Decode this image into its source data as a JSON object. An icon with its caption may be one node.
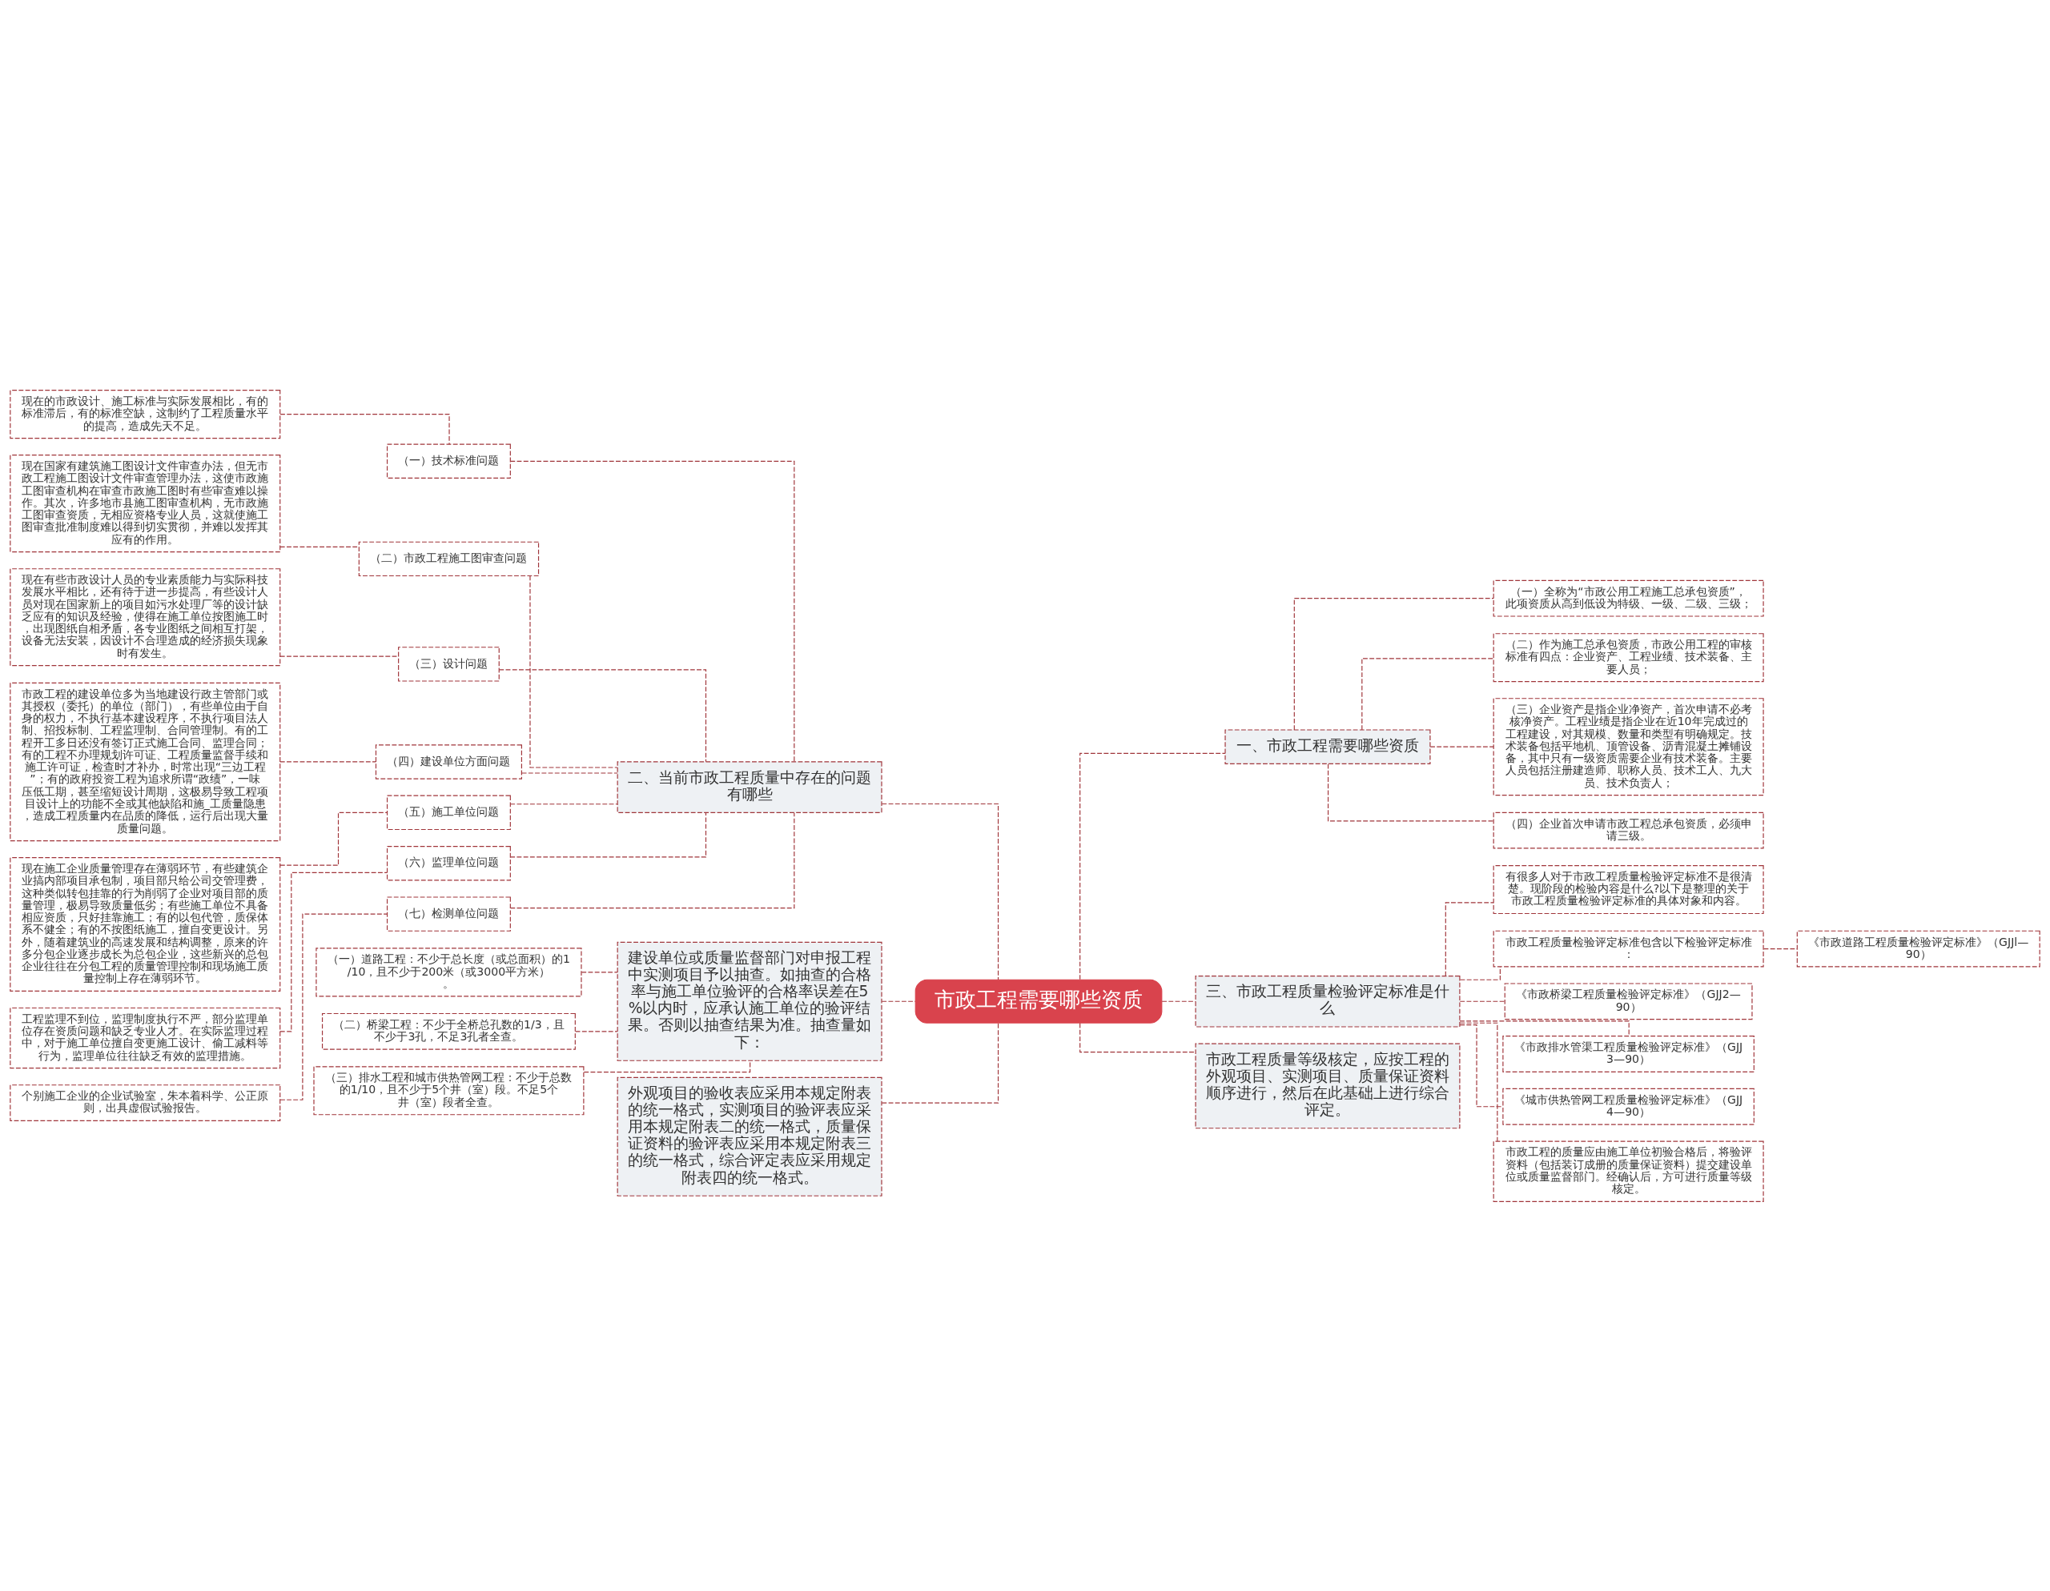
{
  "diagram": {
    "nodes": [
      {
        "text": [
          "市政工程需要哪些资质"
        ]
      },
      {
        "text": [
          "二、当前市政工程质量中存在的问题有哪些"
        ]
      },
      {
        "text": [
          "（一）技术标准问题"
        ]
      },
      {
        "text": [
          "现在的市政设计、施工标准与实际发展相比，有的标准滞后，有的标准空缺，这制约了工程质量水平的提高，造成先天不足。"
        ]
      },
      {
        "text": [
          "（二）市政工程施工图审查问题"
        ]
      },
      {
        "text": [
          "现在国家有建筑施工图设计文件审查办法，但无市政工程施工图设计文件审查管理办法，这使市政施工图审查机构在审查市政施工图时有些审查难以操作。其次，许多地市县施工图审查机构，无市政施工图审查资质，无相应资格专业人员，这就使施工图审查批准制度难以得到切实贯彻，并难以发挥其应有的作用。"
        ]
      },
      {
        "text": [
          "（三）设计问题"
        ]
      },
      {
        "text": [
          "现在有些市政设计人员的专业素质能力与实际科技发展水平相比，还有待于进一步提高，有些设计人员对现在国家新上的项目如污水处理厂等的设计缺乏应有的知识及经验，使得在施工单位按图施工时，出现图纸自相矛盾，各专业图纸之间相互打架，设备无法安装，因设计不合理造成的经济损失现象时有发生。"
        ]
      },
      {
        "text": [
          "（四）建设单位方面问题"
        ]
      },
      {
        "text": [
          "市政工程的建设单位多为当地建设行政主管部门或其授权（委托）的单位（部门），有些单位由于自身的权力，不执行基本建设程序，不执行项目法人制、招投标制、工程监理制、合同管理制。有的工程开工多日还没有签订正式施工合同、监理合同；有的工程不办理规划许可证、工程质量监督手续和施工许可证，检查时才补办，时常出现“三边工程”；有的政府投资工程为追求所谓“政绩”，一味压低工期，甚至缩短设计周期，这极易导致工程项目设计上的功能不全或其他缺陷和施_工质量隐患，造成工程质量内在品质的降低，运行后出现大量质量问题。"
        ]
      },
      {
        "text": [
          "（五）施工单位问题"
        ]
      },
      {
        "text": [
          "现在施工企业质量管理存在薄弱环节，有些建筑企业搞内部项目承包制，项目部只给公司交管理费，这种类似转包挂靠的行为削弱了企业对项目部的质量管理，极易导致质量低劣；有些施工单位不具备相应资质，只好挂靠施工；有的以包代管，质保体系不健全；有的不按图纸施工，擅自变更设计。另外，随着建筑业的高速发展和结构调整，原来的许多分包企业逐步成长为总包企业，这些新兴的总包企业往往在分包工程的质量管理控制和现场施工质量控制上存在薄弱环节。"
        ]
      },
      {
        "text": [
          "（六）监理单位问题"
        ]
      },
      {
        "text": [
          "工程监理不到位，监理制度执行不严，部分监理单位存在资质问题和缺乏专业人才。在实际监理过程中，对于施工单位擅自变更施工设计、偷工减料等行为，监理单位往往缺乏有效的监理措施。"
        ]
      },
      {
        "text": [
          "（七）检测单位问题"
        ]
      },
      {
        "text": [
          "个别施工企业的企业试验室，朱本着科学、公正原则，出具虚假试验报告。"
        ]
      },
      {
        "text": [
          "建设单位或质量监督部门对申报工程中实测项目予以抽查。如抽查的合格率与施工单位验评的合格率误差在5%以内时，应承认施工单位的验评结果。否则以抽查结果为准。抽查量如下："
        ]
      },
      {
        "text": [
          "（一）道路工程：不少于总长度（或总面积）的1/10，且不少于200米（或3000平方米）。"
        ]
      },
      {
        "text": [
          "（二）桥梁工程：不少于全桥总孔数的1/3，且不少于3孔，不足3孔者全查。"
        ]
      },
      {
        "text": [
          "（三）排水工程和城市供热管网工程：不少于总数的1/10，且不少于5个井（室）段。不足5个井（室）段者全查。"
        ]
      },
      {
        "text": [
          "外观项目的验收表应采用本规定附表的统一格式，实测项目的验评表应采用本规定附表二的统一格式，质量保证资料的验评表应采用本规定附表三的统一格式，综合评定表应采用规定附表四的统一格式。"
        ]
      },
      {
        "text": [
          "一、市政工程需要哪些资质"
        ]
      },
      {
        "text": [
          "（一）全称为“市政公用工程施工总承包资质”，此项资质从高到低设为特级、一级、二级、三级；"
        ]
      },
      {
        "text": [
          "（二）作为施工总承包资质，市政公用工程的审核标准有四点：企业资产、工程业绩、技术装备、主要人员；"
        ]
      },
      {
        "text": [
          "（三）企业资产是指企业净资产，首次申请不必考核净资产。工程业绩是指企业在近10年完成过的工程建设，对其规模、数量和类型有明确规定。技术装备包括平地机、顶管设备、沥青混凝土摊铺设备，其中只有一级资质需要企业有技术装备。主要人员包括注册建造师、职称人员、技术工人、九大员、技术负责人；"
        ]
      },
      {
        "text": [
          "（四）企业首次申请市政工程总承包资质，必须申请三级。"
        ]
      },
      {
        "text": [
          "三、市政工程质量检验评定标准是什么"
        ]
      },
      {
        "text": [
          "有很多人对于市政工程质量检验评定标准不是很清楚。现阶段的检验内容是什么?以下是整理的关于市政工程质量检验评定标准的具体对象和内容。"
        ]
      },
      {
        "text": [
          "市政工程质量检验评定标准包含以下检验评定标准："
        ]
      },
      {
        "text": [
          "《市政道路工程质量检验评定标准》（GJJl—90）"
        ]
      },
      {
        "text": [
          "《市政桥梁工程质量检验评定标准》（GJJ2—90）"
        ]
      },
      {
        "text": [
          "《市政排水管渠工程质量检验评定标准》（GJJ3—90）"
        ]
      },
      {
        "text": [
          "《城市供热管网工程质量检验评定标准》（GJJ4—90）"
        ]
      },
      {
        "text": [
          "市政工程的质量应由施工单位初验合格后，将验评资料（包括装订成册的质量保证资料）提交建设单位或质量监督部门。经确认后，方可进行质量等级核定。"
        ]
      },
      {
        "text": [
          "市政工程质量等级核定，应按工程的外观项目、实测项目、质量保证资料顺序进行，然后在此基础上进行综合评定。"
        ]
      }
    ],
    "edges": [
      {
        "from": 0,
        "to": 1,
        "arrow": "none"
      },
      {
        "from": 1,
        "to": 2,
        "arrow": "none"
      },
      {
        "from": 2,
        "to": 3,
        "arrow": "none"
      },
      {
        "from": 1,
        "to": 4,
        "arrow": "none"
      },
      {
        "from": 4,
        "to": 5,
        "arrow": "none"
      },
      {
        "from": 1,
        "to": 6,
        "arrow": "none"
      },
      {
        "from": 6,
        "to": 7,
        "arrow": "none"
      },
      {
        "from": 1,
        "to": 8,
        "arrow": "none"
      },
      {
        "from": 8,
        "to": 9,
        "arrow": "none"
      },
      {
        "from": 1,
        "to": 10,
        "arrow": "none"
      },
      {
        "from": 10,
        "to": 11,
        "arrow": "none"
      },
      {
        "from": 1,
        "to": 12,
        "arrow": "none"
      },
      {
        "from": 12,
        "to": 13,
        "arrow": "none"
      },
      {
        "from": 1,
        "to": 14,
        "arrow": "none"
      },
      {
        "from": 14,
        "to": 15,
        "arrow": "none"
      },
      {
        "from": 0,
        "to": 16,
        "arrow": "none"
      },
      {
        "from": 16,
        "to": 17,
        "arrow": "none"
      },
      {
        "from": 16,
        "to": 18,
        "arrow": "none"
      },
      {
        "from": 16,
        "to": 19,
        "arrow": "none"
      },
      {
        "from": 0,
        "to": 20,
        "arrow": "none"
      },
      {
        "from": 0,
        "to": 21,
        "arrow": "none"
      },
      {
        "from": 21,
        "to": 22,
        "arrow": "none"
      },
      {
        "from": 21,
        "to": 23,
        "arrow": "none"
      },
      {
        "from": 21,
        "to": 24,
        "arrow": "none"
      },
      {
        "from": 21,
        "to": 25,
        "arrow": "none"
      },
      {
        "from": 0,
        "to": 26,
        "arrow": "none"
      },
      {
        "from": 26,
        "to": 27,
        "arrow": "none"
      },
      {
        "from": 26,
        "to": 28,
        "arrow": "none"
      },
      {
        "from": 28,
        "to": 29,
        "arrow": "none"
      },
      {
        "from": 26,
        "to": 30,
        "arrow": "none"
      },
      {
        "from": 26,
        "to": 31,
        "arrow": "none"
      },
      {
        "from": 26,
        "to": 32,
        "arrow": "none"
      },
      {
        "from": 26,
        "to": 33,
        "arrow": "none"
      },
      {
        "from": 0,
        "to": 34,
        "arrow": "none"
      }
    ]
  }
}
